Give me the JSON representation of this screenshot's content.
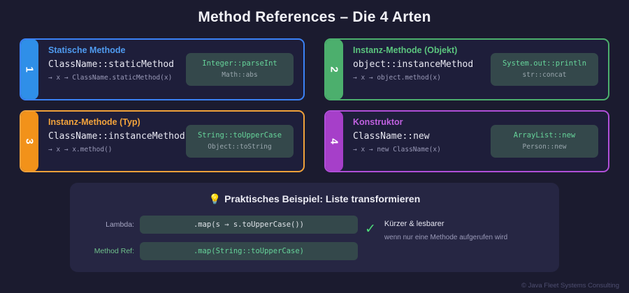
{
  "header": {
    "title": "Method References – Die 4 Arten"
  },
  "cards": [
    {
      "number": "1",
      "kind": "Statische Methode",
      "signature": "ClassName::staticMethod",
      "hint": "→ x → ClassName.staticMethod(x)",
      "example_main": "Integer::parseInt",
      "example_sub": "Math::abs",
      "accent": "#3b82f6"
    },
    {
      "number": "2",
      "kind": "Instanz-Methode (Objekt)",
      "signature": "object::instanceMethod",
      "hint": "→ x → object.method(x)",
      "example_main": "System.out::println",
      "example_sub": "str::concat",
      "accent": "#4caf6d"
    },
    {
      "number": "3",
      "kind": "Instanz-Methode (Typ)",
      "signature": "ClassName::instanceMethod",
      "hint": "→ x → x.method()",
      "example_main": "String::toUpperCase",
      "example_sub": "Object::toString",
      "accent": "#f0a13a"
    },
    {
      "number": "4",
      "kind": "Konstruktor",
      "signature": "ClassName::new",
      "hint": "→ x → new ClassName(x)",
      "example_main": "ArrayList::new",
      "example_sub": "Person::new",
      "accent": "#b04fd8"
    }
  ],
  "panel": {
    "bulb_icon": "💡",
    "title": "Praktisches Beispiel: Liste transformieren",
    "lambda_label": "Lambda:",
    "lambda_code": ".map(s → s.toUpperCase())",
    "methodref_label": "Method Ref:",
    "methodref_code": ".map(String::toUpperCase)",
    "check_icon": "✓",
    "benefit_main": "Kürzer & lesbarer",
    "benefit_sub": "wenn nur eine Methode aufgerufen wird"
  },
  "footer": {
    "copyright": "© Java Fleet Systems Consulting"
  }
}
